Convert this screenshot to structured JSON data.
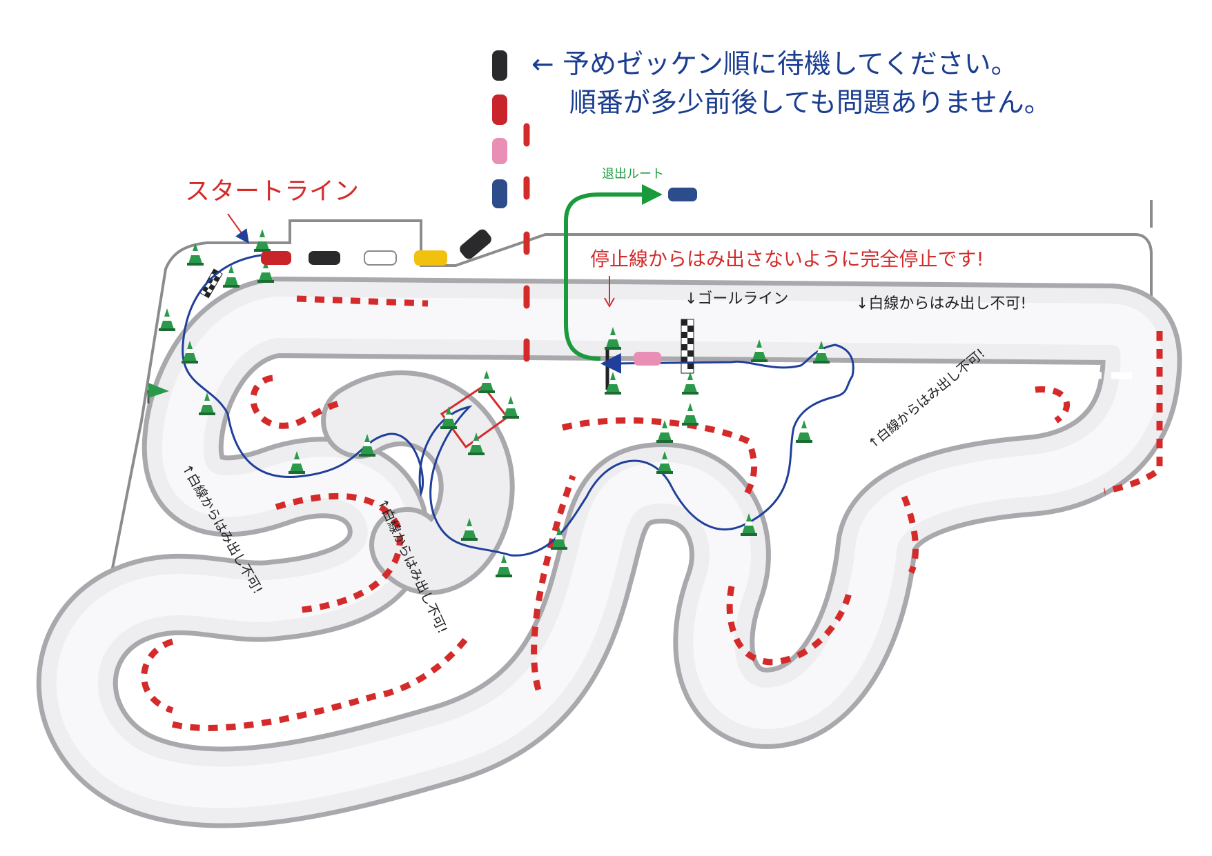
{
  "notes": {
    "waiting_line1": "← 予めゼッケン順に待機してください。",
    "waiting_line2": "順番が多少前後しても問題ありません。"
  },
  "labels": {
    "start_line": "スタートライン",
    "exit_route": "退出ルート",
    "stop_line_note": "停止線からはみ出さないように完全停止です!",
    "goal_line": "↓ゴールライン",
    "white_line_top_right": "↓白線からはみ出し不可!",
    "white_line_right": "↑白線からはみ出し不可!",
    "white_line_left": "↑白線からはみ出し不可!",
    "white_line_center": "↑白線からはみ出し不可!"
  },
  "colors": {
    "track": "#ebebee",
    "curb_red": "#d42a2a",
    "route_blue": "#1f3f9a",
    "exit_green": "#1a9a3c",
    "cone": "#2a9a4a",
    "note_text": "#1a3d8f"
  },
  "cars_waiting": [
    "black-car",
    "red-car",
    "pink-car",
    "blue-car"
  ],
  "cars_grid": [
    "red-car",
    "black-car",
    "white-car",
    "yellow-car",
    "black-car"
  ]
}
